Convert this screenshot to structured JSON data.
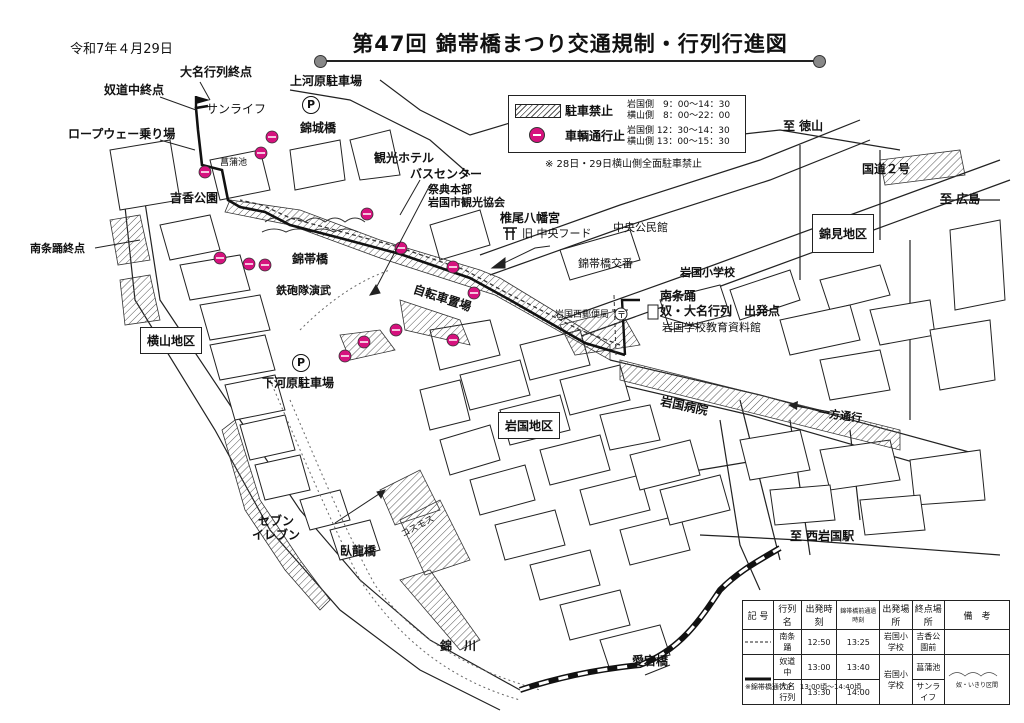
{
  "date": "令和7年４月29日",
  "title": "第47回 錦帯橋まつり交通規制・行列行進図",
  "legend": {
    "parking": {
      "label": "駐車禁止",
      "times": [
        "岩国側　9：00～14：30",
        "横山側　8：00～22：00"
      ]
    },
    "closure": {
      "label": "車輌通行止",
      "times": [
        "岩国側 12：30～14：30",
        "横山側 13：00～15：30"
      ]
    },
    "note": "※ 28日・29日横山側全面駐車禁止"
  },
  "districts": {
    "yokoyama": "横山地区",
    "iwakuni": "岩国地区",
    "nishiki": "錦見地区"
  },
  "labels": {
    "daimyo_end": "大名行列終点",
    "yakko_end": "奴道中終点",
    "sunlife": "サンライフ",
    "shobu": "菖蒲池",
    "ropeway": "ロープウェー乗り場",
    "kikko": "吉香公園",
    "nanjo_end": "南条踊終点",
    "kamigawara": "上河原駐車場",
    "kinjo_bridge": "錦城橋",
    "kanko_hotel": "観光ホテル",
    "bus_center": "バスセンター",
    "saiten": "祭典本部",
    "kanko_kyokai": "岩国市観光協会",
    "shiio": "椎尾八幡宮",
    "chuo_food": "旧 中央フード",
    "chuo_kominkan": "中央公民館",
    "kintai_koban": "錦帯橋交番",
    "kintaikyo": "錦帯橋",
    "teppo": "鉄砲隊演武",
    "jitensha": "自転車置場",
    "iwakuni_es": "岩国小学校",
    "start_a": "南条踊",
    "start_b": "奴・大名行列　出発点",
    "nishi_post": "岩国西郵便局",
    "gakko_shiryo": "岩国学校教育資料館",
    "shimogawara": "下河原駐車場",
    "hospital": "岩国病院",
    "one_way": "一方通行",
    "seven": "セブン\nイレブン",
    "garyo": "臥龍橋",
    "cosmos": "コスモス",
    "nishiki_river": "錦　川",
    "atago": "愛宕橋",
    "to_tokuyama": "至 徳山",
    "route2": "国道２号",
    "to_hiroshima": "至 広島",
    "to_nishiiwakuni": "至 西岩国駅",
    "parking_p": "P"
  },
  "schedule": {
    "headers": [
      "記 号",
      "行列名",
      "出発時刻",
      "錦帯橋前通過時刻",
      "出発場所",
      "終点場所",
      "備　考"
    ],
    "rows": [
      {
        "name": "南条踊",
        "depart": "12:50",
        "pass": "13:25",
        "from": "岩国小学校",
        "to": "吉香公園前",
        "note": ""
      },
      {
        "name": "奴道中",
        "depart": "13:00",
        "pass": "13:40",
        "from": "岩国小学校",
        "to": "菖蒲池",
        "note": ""
      },
      {
        "name": "大名行列",
        "depart": "13:30",
        "pass": "14:00",
        "from": "岩国小学校",
        "to": "サンライフ",
        "note": "奴・いきり区間"
      }
    ],
    "footnote": "※錦帯橋通行止　13:00頃～14:40頃"
  },
  "colors": {
    "closure": "#d6127e",
    "route": "#111111"
  },
  "icons": [
    "parking-icon",
    "shrine-icon",
    "post-office-icon",
    "railway-line"
  ]
}
